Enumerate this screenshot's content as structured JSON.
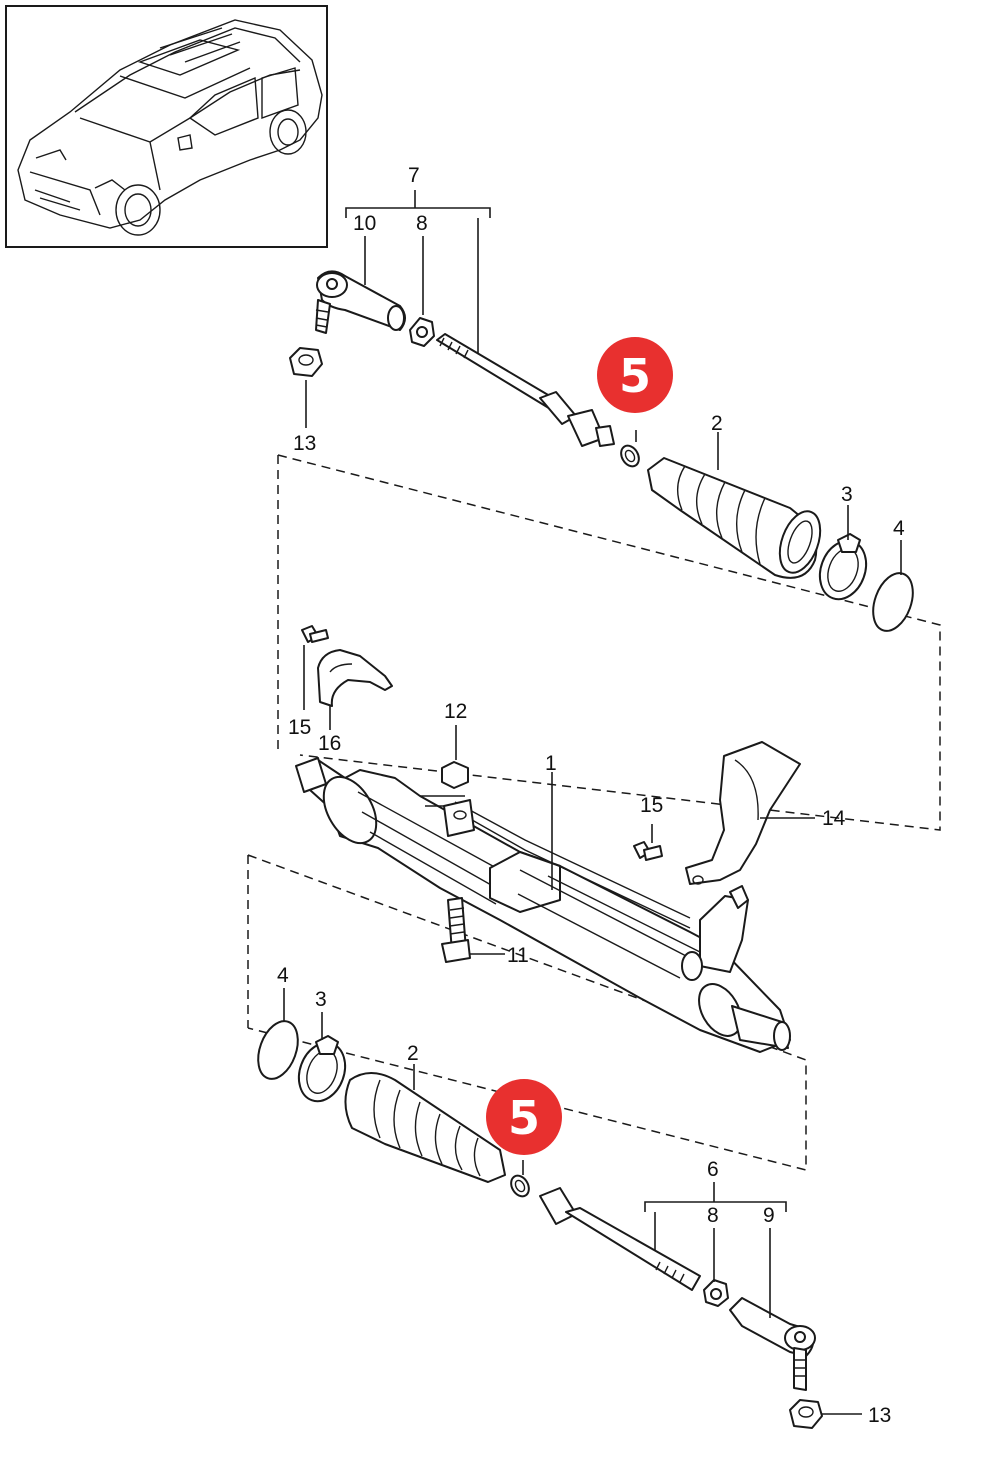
{
  "callouts": {
    "c1": "1",
    "c2_top": "2",
    "c2_bottom": "2",
    "c3_top": "3",
    "c3_bottom": "3",
    "c4_top": "4",
    "c4_bottom": "4",
    "c6": "6",
    "c7": "7",
    "c8_top": "8",
    "c8_bottom": "8",
    "c9": "9",
    "c10": "10",
    "c11": "11",
    "c12": "12",
    "c13_top": "13",
    "c13_bottom": "13",
    "c14": "14",
    "c15_left": "15",
    "c15_right": "15",
    "c16": "16"
  },
  "highlight": {
    "top": "5",
    "bottom": "5",
    "color": "#e8302f"
  },
  "colors": {
    "line": "#1a1a1a",
    "background": "#ffffff"
  }
}
